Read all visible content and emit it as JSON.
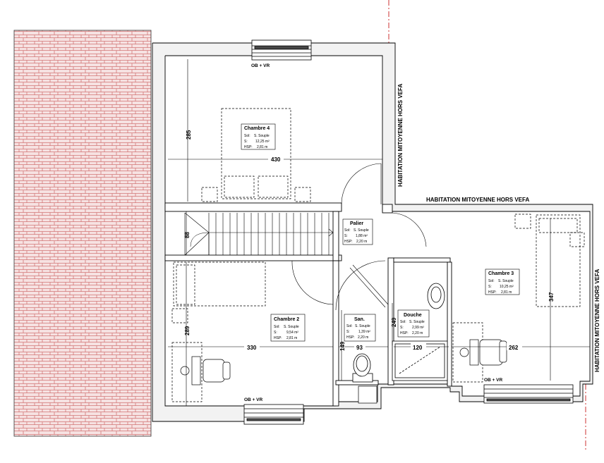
{
  "rooms": {
    "chambre4": {
      "name": "Chambre 4",
      "sol_label": "Sol:",
      "sol_value": "S. Souple",
      "s_label": "S:",
      "s_value": "12,25 m²",
      "hsp_label": "HSP:",
      "hsp_value": "2,81 m"
    },
    "palier": {
      "name": "Palier",
      "sol_label": "Sol:",
      "sol_value": "S. Souple",
      "s_label": "S:",
      "s_value": "1,88 m²",
      "hsp_label": "HSP:",
      "hsp_value": "2,20 m"
    },
    "chambre3": {
      "name": "Chambre 3",
      "sol_label": "Sol:",
      "sol_value": "S. Souple",
      "s_label": "S:",
      "s_value": "10,25 m²",
      "hsp_label": "HSP:",
      "hsp_value": "2,81 m"
    },
    "chambre2": {
      "name": "Chambre 2",
      "sol_label": "Sol:",
      "sol_value": "S. Souple",
      "s_label": "S:",
      "s_value": "9,54 m²",
      "hsp_label": "HSP:",
      "hsp_value": "2,81 m"
    },
    "san": {
      "name": "San.",
      "sol_label": "Sol:",
      "sol_value": "S. Souple",
      "s_label": "S:",
      "s_value": "1,39 m²",
      "hsp_label": "HSP:",
      "hsp_value": "2,20 m"
    },
    "douche": {
      "name": "Douche",
      "sol_label": "Sol:",
      "sol_value": "S. Souple",
      "s_label": "S:",
      "s_value": "2,99 m²",
      "hsp_label": "HSP:",
      "hsp_value": "2,20 m"
    }
  },
  "dimensions": {
    "d430": "430",
    "d285": "285",
    "d88": "88",
    "d289": "289",
    "d330": "330",
    "d149": "149",
    "d93": "93",
    "d249": "249",
    "d120": "120",
    "d262": "262",
    "d347": "347"
  },
  "labels": {
    "ob_top": "OB + VR",
    "ob_bottom_left": "OB + VR",
    "ob_bottom_right": "OB + VR",
    "habitation_vertical_top": "HABITATION MITOYENNE HORS VEFA",
    "habitation_horizontal": "HABITATION MITOYENNE HORS VEFA",
    "habitation_vertical_right": "HABITATION MITOYENNE HORS VEFA"
  },
  "colors": {
    "roof_fill": "#f4e0e0",
    "roof_line": "#d07070",
    "wall": "#000000",
    "guide": "#c00000"
  }
}
